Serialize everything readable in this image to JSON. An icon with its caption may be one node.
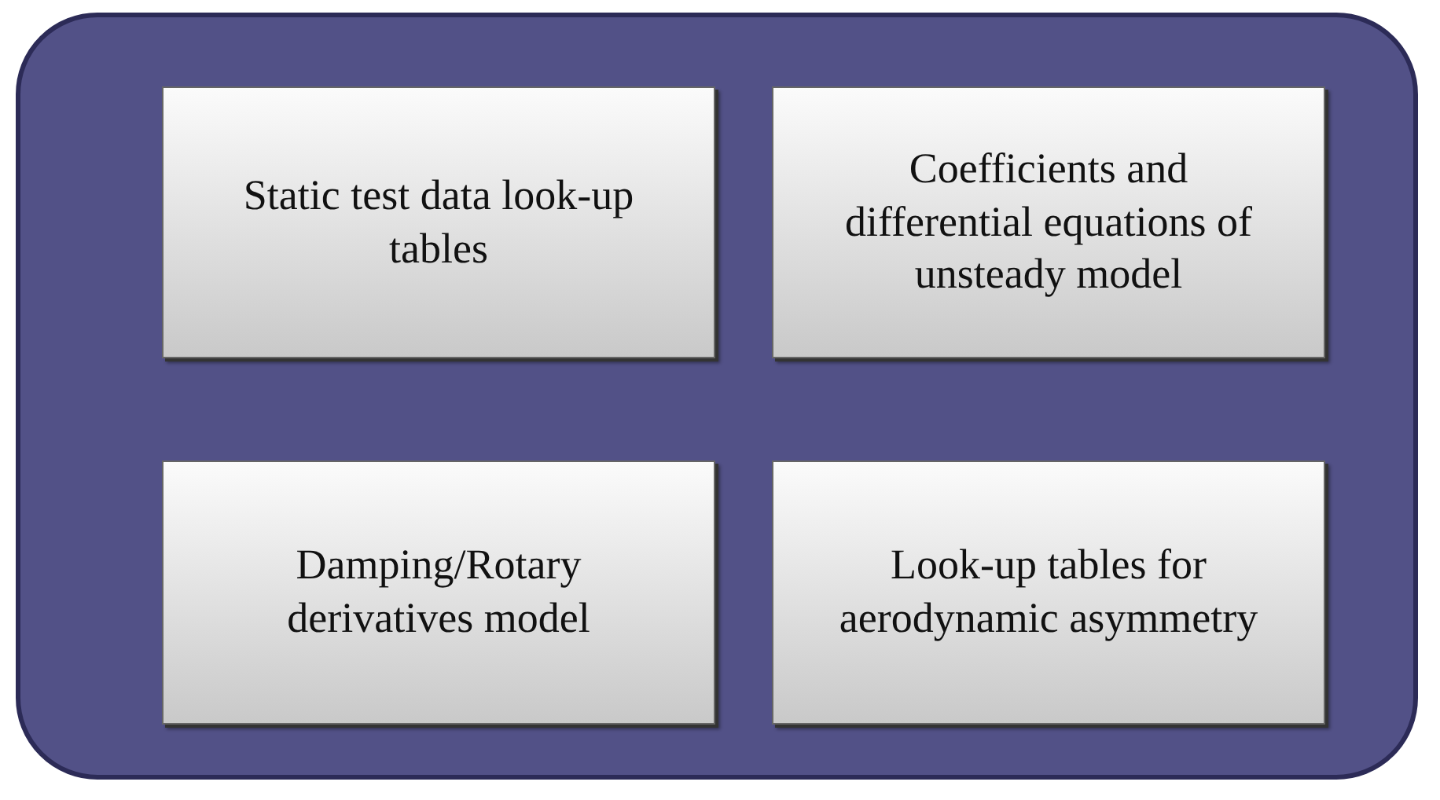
{
  "diagram": {
    "nodes": [
      {
        "text": [],
        "shape": "box"
      },
      {
        "text": [
          "Static test data look-up tables"
        ],
        "in": 0
      },
      {
        "text": [
          "Coefficients and differential equations of unsteady model"
        ],
        "in": 0
      },
      {
        "text": [
          "Damping/Rotary derivatives model"
        ],
        "in": 0
      },
      {
        "text": [
          "Look-up tables for aerodynamic asymmetry"
        ],
        "in": 0
      }
    ]
  }
}
